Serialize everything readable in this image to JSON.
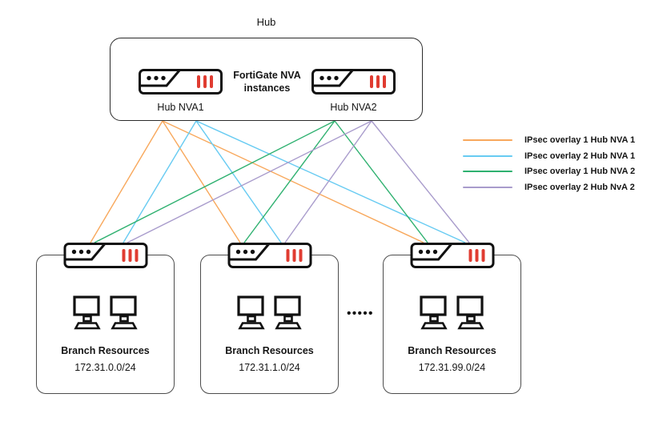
{
  "hub": {
    "title": "Hub",
    "center_label_line1": "FortiGate NVA",
    "center_label_line2": "instances",
    "nva1_label": "Hub NVA1",
    "nva2_label": "Hub NVA2"
  },
  "legend": [
    {
      "label": "IPsec overlay 1 Hub NVA 1",
      "color": "#F8A85C"
    },
    {
      "label": "IPsec overlay 2 Hub NVA 1",
      "color": "#67CBF2"
    },
    {
      "label": "IPsec overlay 1 Hub NVA 2",
      "color": "#2FB170"
    },
    {
      "label": "IPsec overlay 2 Hub NvA 2",
      "color": "#A99CCC"
    }
  ],
  "branches": [
    {
      "name": "Branch Resources",
      "subnet": "172.31.0.0/24"
    },
    {
      "name": "Branch Resources",
      "subnet": "172.31.1.0/24"
    },
    {
      "name": "Branch Resources",
      "subnet": "172.31.99.0/24"
    }
  ],
  "separator": {
    "dots": "•••••"
  },
  "icons": {
    "fortigate": "fortigate-nva-icon",
    "monitor": "computer-monitor-icon"
  },
  "colors": {
    "fortigate_red": "#E03C31",
    "outline": "#111111"
  },
  "connections": [
    {
      "overlay": 0,
      "from": "hub-nva1",
      "to": "branch-0"
    },
    {
      "overlay": 0,
      "from": "hub-nva1",
      "to": "branch-1"
    },
    {
      "overlay": 0,
      "from": "hub-nva1",
      "to": "branch-2"
    },
    {
      "overlay": 1,
      "from": "hub-nva1",
      "to": "branch-0"
    },
    {
      "overlay": 1,
      "from": "hub-nva1",
      "to": "branch-1"
    },
    {
      "overlay": 1,
      "from": "hub-nva1",
      "to": "branch-2"
    },
    {
      "overlay": 2,
      "from": "hub-nva2",
      "to": "branch-0"
    },
    {
      "overlay": 2,
      "from": "hub-nva2",
      "to": "branch-1"
    },
    {
      "overlay": 2,
      "from": "hub-nva2",
      "to": "branch-2"
    },
    {
      "overlay": 3,
      "from": "hub-nva2",
      "to": "branch-0"
    },
    {
      "overlay": 3,
      "from": "hub-nva2",
      "to": "branch-1"
    },
    {
      "overlay": 3,
      "from": "hub-nva2",
      "to": "branch-2"
    }
  ]
}
